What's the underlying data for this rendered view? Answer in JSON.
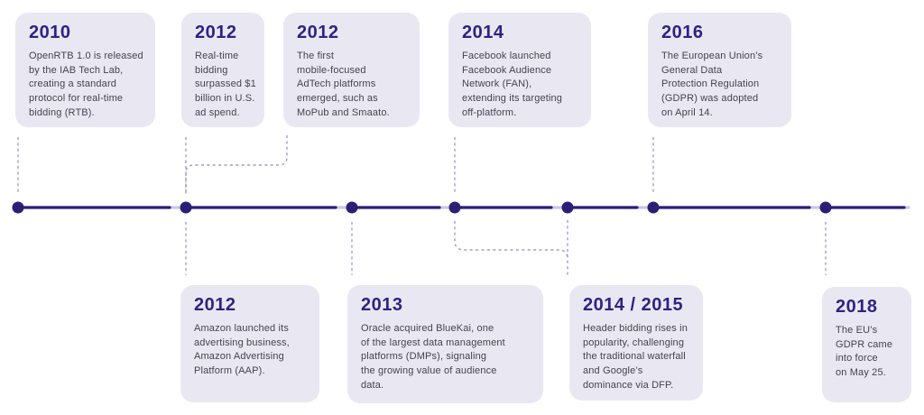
{
  "colors": {
    "bg": "#ffffff",
    "card_bg": "#e9e8f2",
    "year_color": "#2d2383",
    "text_color": "#45424e",
    "line_color": "#2a1f77",
    "line_light": "#c9c6e2",
    "dash_color": "#a09cce"
  },
  "top_cards": [
    {
      "year": "2010",
      "text": "OpenRTB 1.0 is released\nby the IAB Tech Lab,\ncreating a standard\nprotocol for real-time\nbidding (RTB)."
    },
    {
      "year": "2012",
      "text": "Real-time\nbidding\nsurpassed $1\nbillion in U.S.\nad spend."
    },
    {
      "year": "2012",
      "text": "The first\nmobile-focused\nAdTech platforms\nemerged, such as\nMoPub and Smaato."
    },
    {
      "year": "2014",
      "text": "Facebook launched\nFacebook Audience\nNetwork (FAN),\nextending its targeting\noff-platform."
    },
    {
      "year": "2016",
      "text": "The European Union’s\nGeneral Data\nProtection Regulation\n(GDPR) was adopted\non April 14."
    }
  ],
  "bottom_cards": [
    {
      "year": "2012",
      "text": "Amazon launched its\nadvertising business,\nAmazon Advertising\nPlatform (AAP)."
    },
    {
      "year": "2013",
      "text": "Oracle acquired BlueKai, one\nof the largest data management\nplatforms (DMPs), signaling\nthe growing value of audience\ndata."
    },
    {
      "year": "2014 / 2015",
      "text": "Header bidding rises in\npopularity, challenging\nthe traditional waterfall\nand Google’s\ndominance via DFP."
    },
    {
      "year": "2018",
      "text": "The EU’s\nGDPR came\ninto force\non May 25."
    }
  ]
}
